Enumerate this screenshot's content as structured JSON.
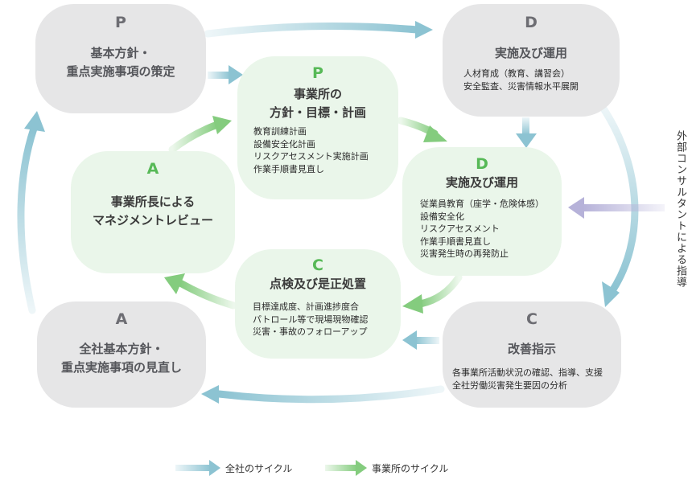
{
  "colors": {
    "company_cycle": "#8cc3d2",
    "site_cycle": "#84cc7e",
    "consultant": "#b6b2d9",
    "gray_box": "#e6e6e7",
    "green_box": "#eaf6ea"
  },
  "company": {
    "plan": {
      "letter": "P",
      "title_lines": [
        "基本方針・",
        "重点実施事項の策定"
      ]
    },
    "do": {
      "letter": "D",
      "title": "実施及び運用",
      "items": [
        "人材育成（教育、講習会）",
        "安全監査、災害情報水平展開"
      ]
    },
    "check": {
      "letter": "C",
      "title": "改善指示",
      "items": [
        "各事業所活動状況の確認、指導、支援",
        "全社労働災害発生要因の分析"
      ]
    },
    "act": {
      "letter": "A",
      "title_lines": [
        "全社基本方針・",
        "重点実施事項の見直し"
      ]
    }
  },
  "site": {
    "plan": {
      "letter": "P",
      "title_lines": [
        "事業所の",
        "方針・目標・計画"
      ],
      "items": [
        "教育訓練計画",
        "設備安全化計画",
        "リスクアセスメント実施計画",
        "作業手順書見直し"
      ]
    },
    "do": {
      "letter": "D",
      "title": "実施及び運用",
      "items": [
        "従業員教育（座学・危険体感）",
        "設備安全化",
        "リスクアセスメント",
        "作業手順書見直し",
        "災害発生時の再発防止"
      ]
    },
    "check": {
      "letter": "C",
      "title": "点検及び是正処置",
      "items": [
        "目標達成度、計画進捗度合",
        "パトロール等で現場現物確認",
        "災害・事故のフォローアップ"
      ]
    },
    "act": {
      "letter": "A",
      "title_lines": [
        "事業所長による",
        "マネジメントレビュー"
      ]
    }
  },
  "consultant_label": "外部コンサルタントによる指導",
  "legend": {
    "company_cycle": "全社のサイクル",
    "site_cycle": "事業所のサイクル"
  }
}
